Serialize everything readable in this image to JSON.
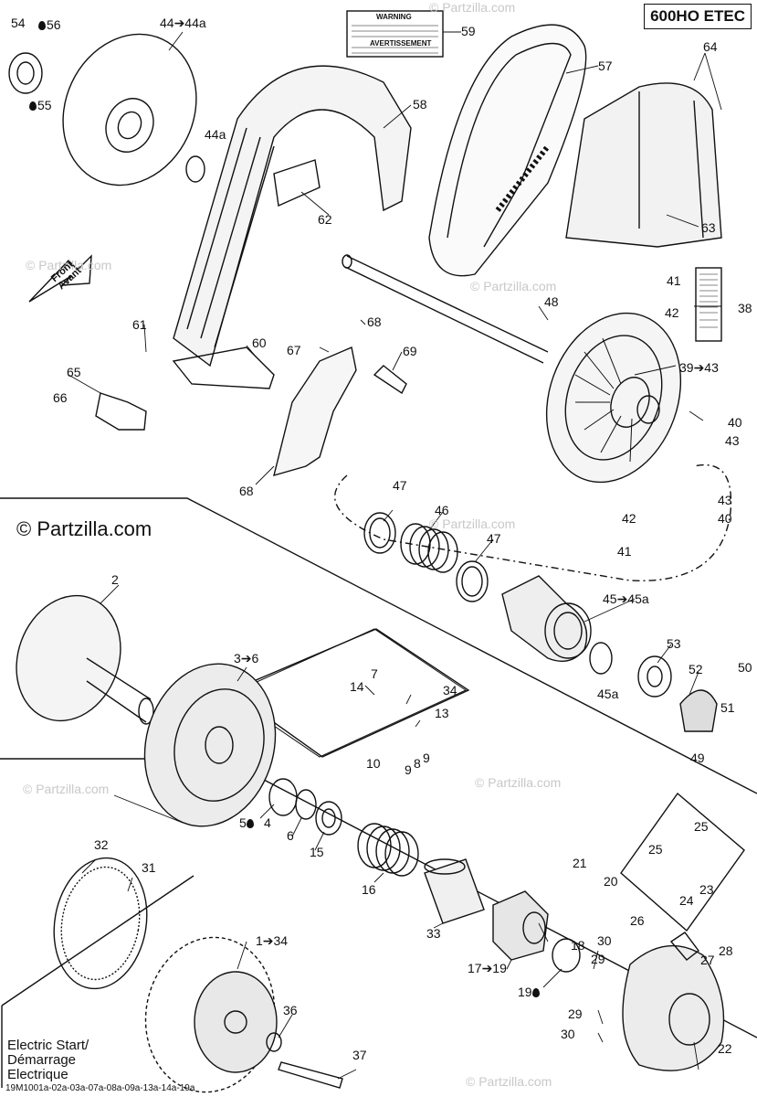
{
  "title_box": "600HO ETEC",
  "brand_text": "© Partzilla.com",
  "watermark": "© Partzilla.com",
  "front_label": [
    "Front",
    "Avant"
  ],
  "electric_label": [
    "Electric Start/",
    "Démarrage",
    "Electrique"
  ],
  "footer_code": "19M1001a-02a-03a-07a-08a-09a-13a-14a-19a",
  "warning_label": [
    "WARNING",
    "AVERTISSEMENT"
  ],
  "callouts": {
    "c54": "54",
    "c56": "56",
    "c55": "55",
    "c44": "44➔44a",
    "c44a": "44a",
    "c59": "59",
    "c57": "57",
    "c64": "64",
    "c58": "58",
    "c62": "62",
    "c63": "63",
    "c41a": "41",
    "c42a": "42",
    "c38": "38",
    "c48": "48",
    "c39": "39➔43",
    "c40a": "40",
    "c43a": "43",
    "c61": "61",
    "c60": "60",
    "c68a": "68",
    "c67": "67",
    "c69": "69",
    "c65": "65",
    "c66": "66",
    "c68b": "68",
    "c47a": "47",
    "c46": "46",
    "c47b": "47",
    "c43b": "43",
    "c42b": "42",
    "c40b": "40",
    "c41b": "41",
    "c45": "45➔45a",
    "c2": "2",
    "c36": "3➔6",
    "c7": "7",
    "c14": "14",
    "c34a": "34",
    "c13": "13",
    "c53": "53",
    "c52": "52",
    "c50": "50",
    "c45a": "45a",
    "c51": "51",
    "c49": "49",
    "c10": "10",
    "c8": "8",
    "c9a": "9",
    "c9b": "9",
    "c5": "5",
    "c4": "4",
    "c6": "6",
    "c15": "15",
    "c16": "16",
    "c32": "32",
    "c31": "31",
    "c21": "21",
    "c20": "20",
    "c25": "25",
    "c25b": "25",
    "c23": "23",
    "c24": "24",
    "c33": "33",
    "c26": "26",
    "c28": "28",
    "c1": "1➔34",
    "c18": "18",
    "c30a": "30",
    "c29a": "29",
    "c27": "27",
    "c17": "17➔19",
    "c19": "19",
    "c36b": "36",
    "c29b": "29",
    "c30b": "30",
    "c22": "22",
    "c37": "37"
  }
}
